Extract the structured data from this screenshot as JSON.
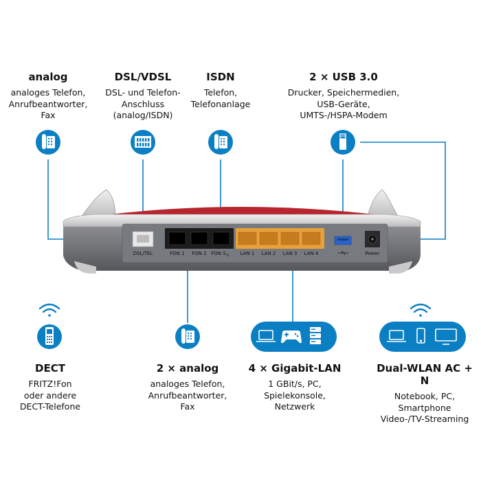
{
  "callouts": {
    "analog": {
      "title": "analog",
      "desc": "analoges Telefon,\nAnrufbeantworter,\nFax"
    },
    "dsl": {
      "title": "DSL/VDSL",
      "desc": "DSL- und Telefon-\nAnschluss\n(analog/ISDN)"
    },
    "isdn": {
      "title": "ISDN",
      "desc": "Telefon,\nTelefonanlage"
    },
    "usb": {
      "title": "2 × USB 3.0",
      "desc": "Drucker, Speichermedien,\nUSB-Geräte,\nUMTS-/HSPA-Modem"
    },
    "dect": {
      "title": "DECT",
      "desc": "FRITZ!Fon\noder andere\nDECT-Telefone"
    },
    "analog2": {
      "title": "2 × analog",
      "desc": "analoges Telefon,\nAnrufbeantworter,\nFax"
    },
    "lan": {
      "title": "4 × Gigabit-LAN",
      "desc": "1 GBit/s, PC,\nSpielekonsole,\nNetzwerk"
    },
    "wlan": {
      "title": "Dual-WLAN AC + N",
      "desc": "Notebook, PC,\nSmartphone\nVideo-/TV-Streaming"
    }
  },
  "ports": {
    "dsl": "DSL/TEL",
    "fon1": "FON 1",
    "fon2": "FON 2",
    "fons": "FON S",
    "fons_sub": "0",
    "lan1": "LAN 1",
    "lan2": "LAN 2",
    "lan3": "LAN 3",
    "lan4": "LAN 4",
    "power": "Power"
  },
  "colors": {
    "accent_blue": "#0b7fc3",
    "lan_orange": "#e8a13a",
    "router_gray": "#6f7176",
    "router_red": "#b8252e"
  },
  "icons": [
    "phone-icon",
    "dsl-port-icon",
    "usb-icon",
    "wifi-icon",
    "cordless-phone-icon",
    "laptop-icon",
    "gamepad-icon",
    "server-icon",
    "smartphone-icon",
    "monitor-icon"
  ]
}
